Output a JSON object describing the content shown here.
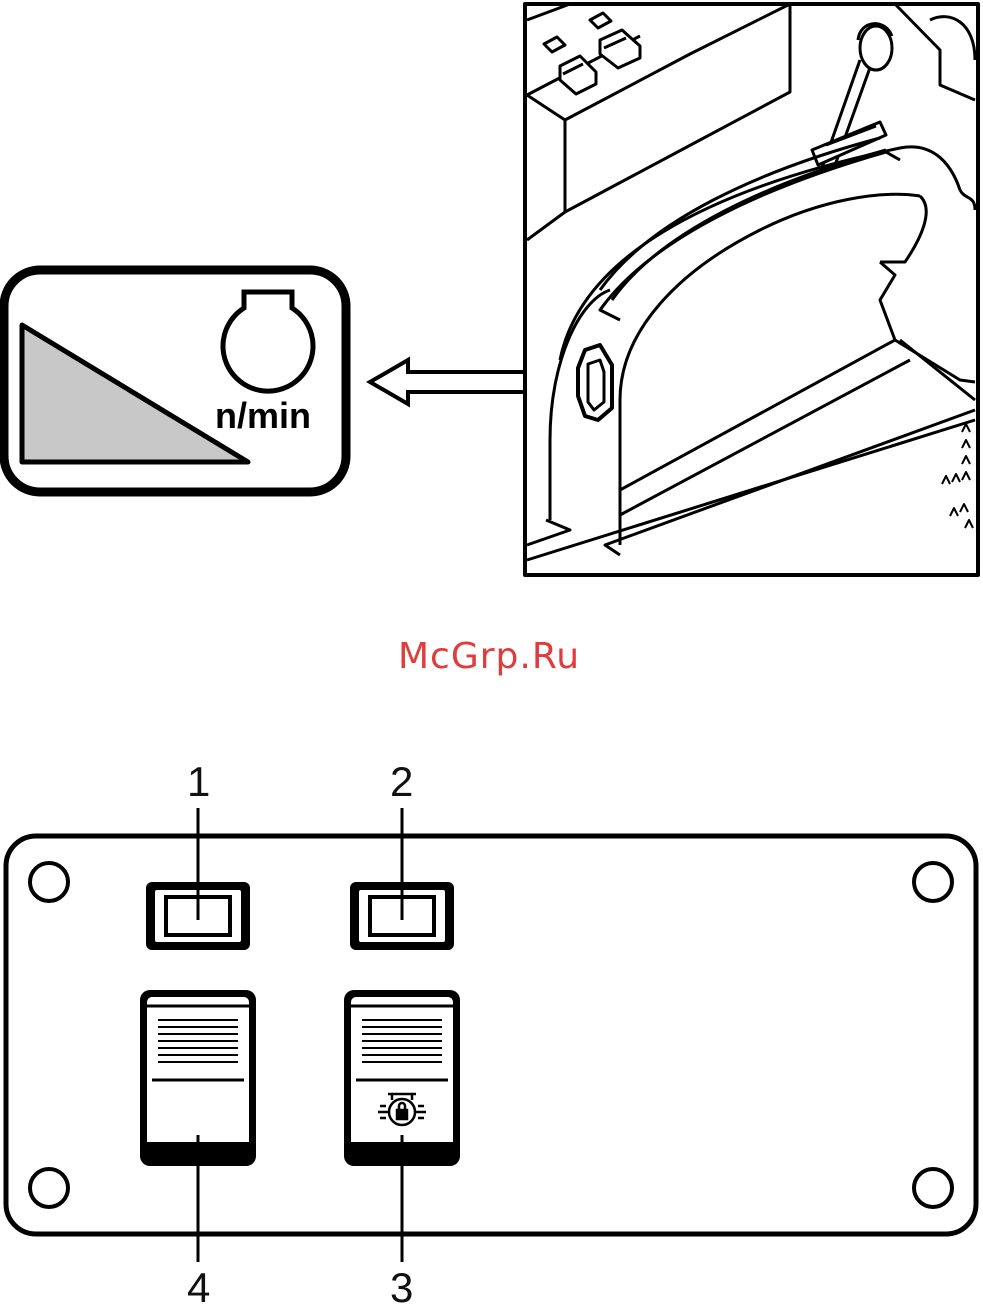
{
  "decal": {
    "unit_label": "n/min",
    "ramp_fill": "#c8c8c8"
  },
  "watermark": {
    "text": "McGrp.Ru",
    "color": "#e23b3b"
  },
  "panel": {
    "callouts": {
      "c1": "1",
      "c2": "2",
      "c3": "3",
      "c4": "4"
    }
  },
  "colors": {
    "line": "#000000",
    "background": "#ffffff"
  }
}
